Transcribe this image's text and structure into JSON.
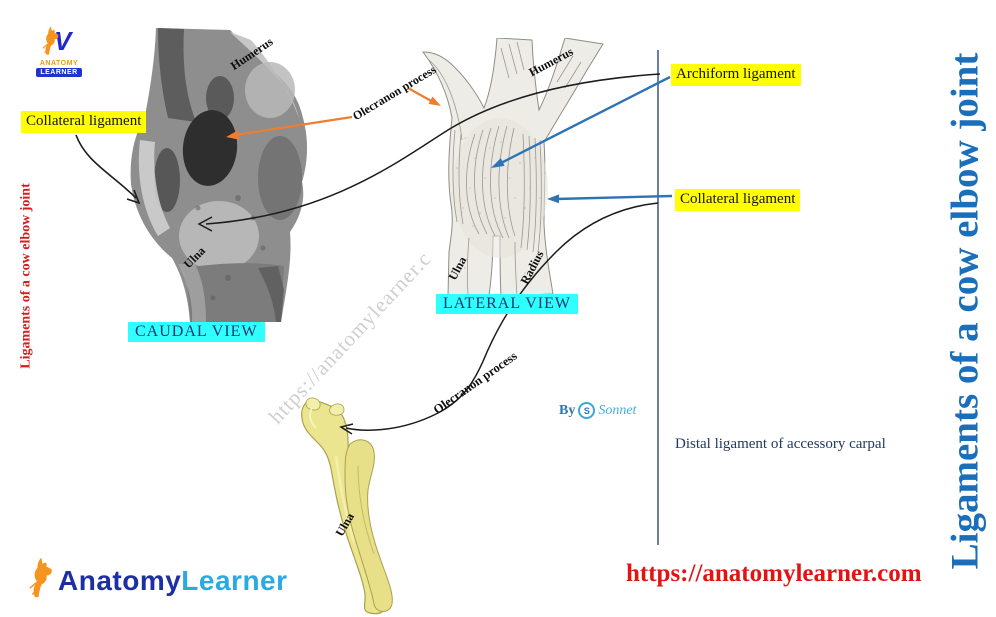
{
  "title_left": {
    "text": "Ligaments of a cow elbow joint",
    "color": "#d41d1d"
  },
  "title_right": {
    "text": "Ligaments of a cow elbow joint",
    "color": "#1b6fba"
  },
  "logo_top": {
    "monogram": "V",
    "line1": "ANATOMY",
    "line2": "LEARNER"
  },
  "views": {
    "caudal": "CAUDAL VIEW",
    "lateral": "LATERAL VIEW"
  },
  "bone_labels": {
    "humerus_caudal": "Humerus",
    "ulna_caudal": "Ulna",
    "olecranon_top": "Olecranon process",
    "humerus_lateral": "Humerus",
    "ulna_lateral": "Ulna",
    "radius_lateral": "Radius",
    "olecranon_bottom": "Olecranon process",
    "ulna_bone": "Ulna"
  },
  "annotations": {
    "collateral_left": "Collateral ligament",
    "archiform": "Archiform ligament",
    "collateral_right": "Collateral ligament",
    "distal_carpal": "Distal ligament of accessory carpal"
  },
  "watermark": "https://anatomylearner.c",
  "byline": {
    "by": "By",
    "icon": "S",
    "name": "Sonnet"
  },
  "footer": {
    "brand_part1": "Anatomy",
    "brand_part2": "Learner",
    "url": "https://anatomylearner.com"
  },
  "colors": {
    "highlight_yellow": "#ffff00",
    "view_cyan": "#30ffff",
    "arrow_orange": "#ed7d31",
    "arrow_blue": "#2e74b5",
    "divider_blue": "#44618a",
    "label_navy": "#1f3864",
    "title_red": "#d41d1d",
    "title_blue": "#1b6fba",
    "url_red": "#e01414",
    "bone_yellow": "#ebe58f"
  }
}
